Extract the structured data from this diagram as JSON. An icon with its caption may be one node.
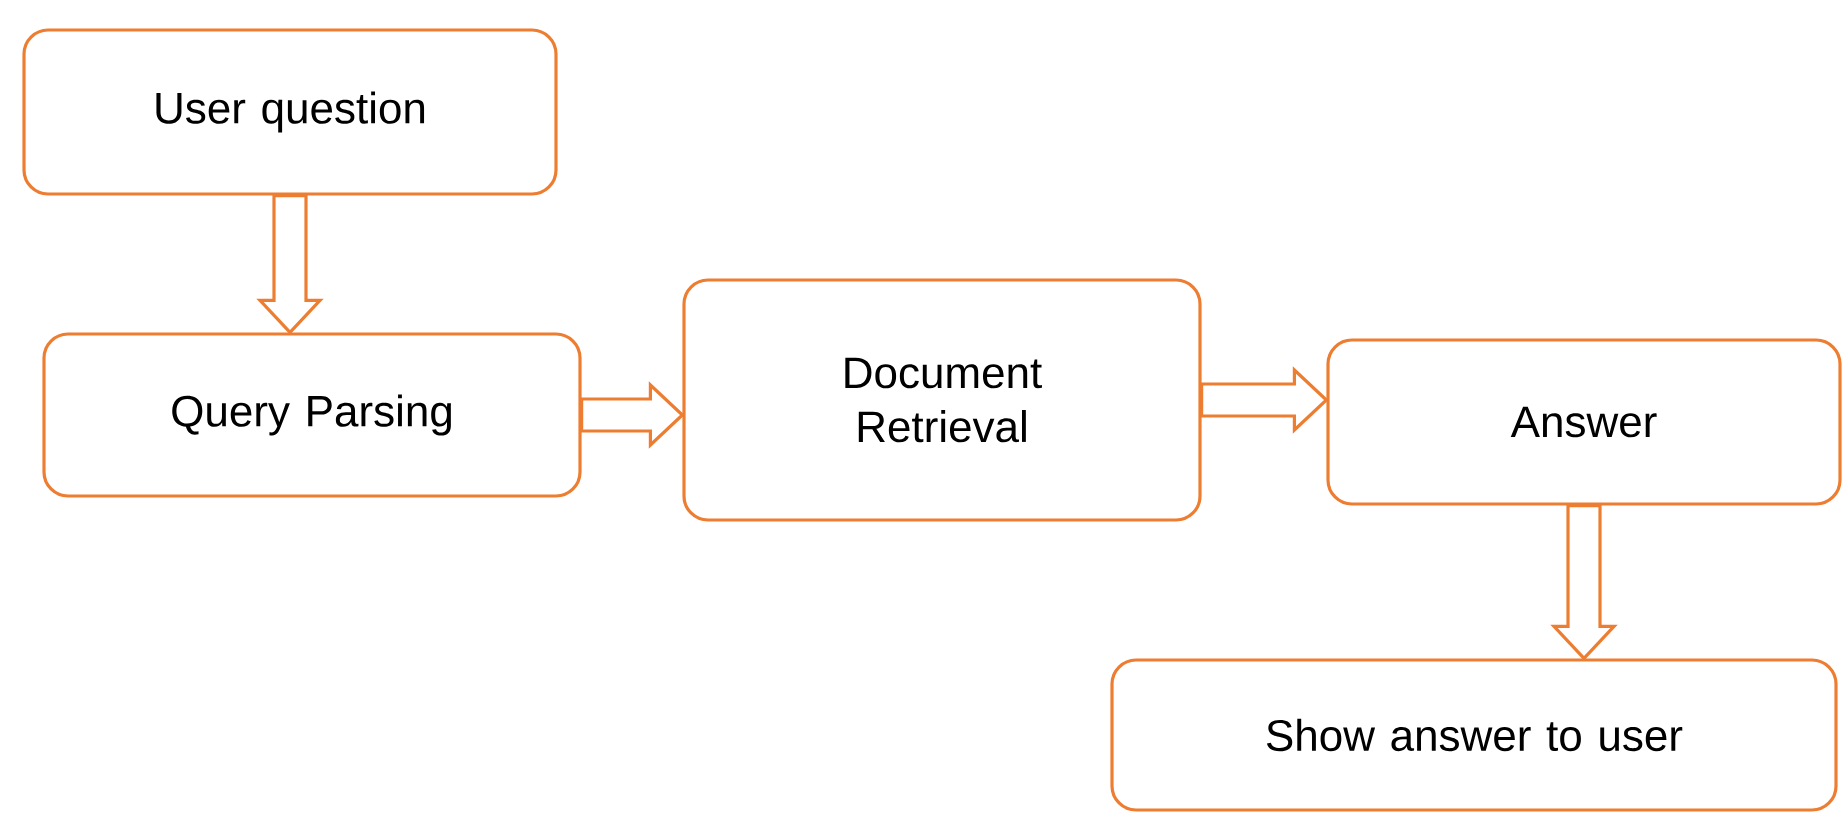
{
  "diagram": {
    "nodes": [
      {
        "text": [
          "User question"
        ]
      },
      {
        "text": [
          "Query Parsing"
        ]
      },
      {
        "text": [
          "Document Retrieval"
        ]
      },
      {
        "text": [
          "Answer"
        ]
      },
      {
        "text": [
          "Show answer to user"
        ]
      }
    ],
    "edges": [
      {
        "from": 0,
        "to": 1,
        "arrow": "to"
      },
      {
        "from": 1,
        "to": 2,
        "arrow": "to"
      },
      {
        "from": 2,
        "to": 3,
        "arrow": "to"
      },
      {
        "from": 3,
        "to": 4,
        "arrow": "to"
      }
    ]
  }
}
